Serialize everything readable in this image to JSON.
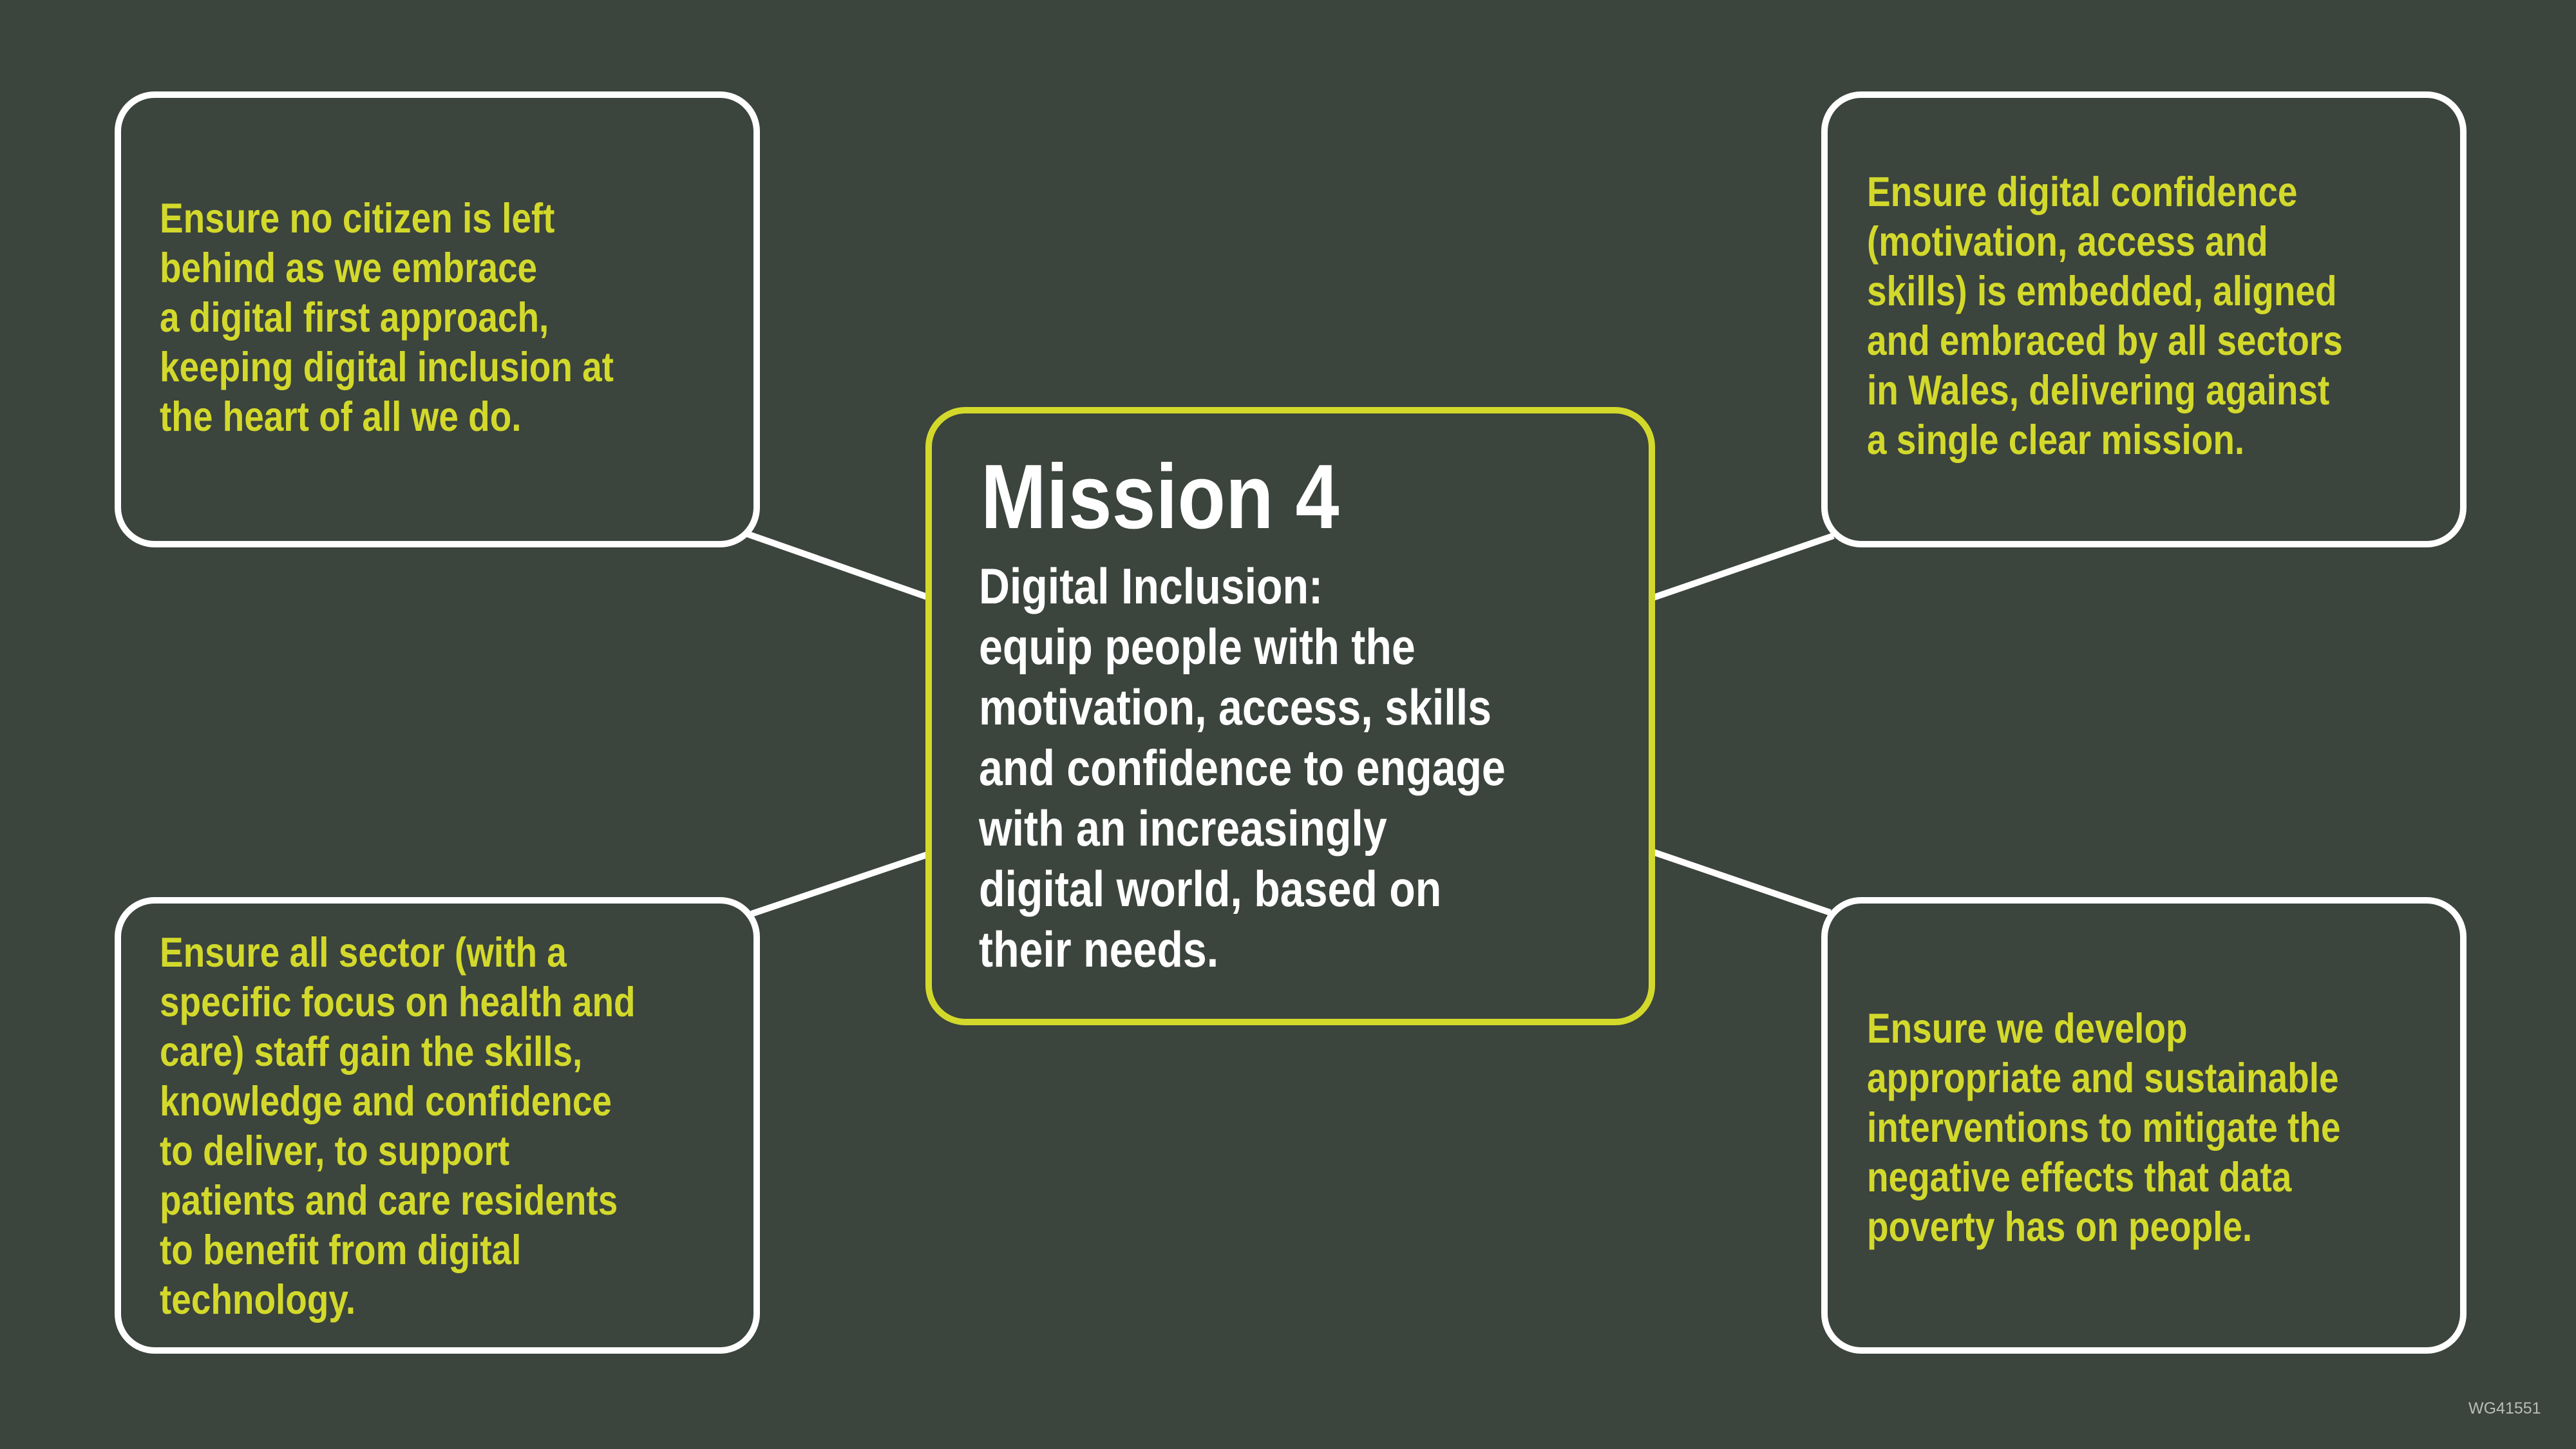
{
  "colors": {
    "background": "#3b443d",
    "accent_yellow": "#d3d92b",
    "white": "#ffffff",
    "ref_code_grey": "#b9bdb9"
  },
  "center": {
    "title": "Mission 4",
    "body": "Digital Inclusion:\nequip people with the\nmotivation, access, skills\nand confidence to engage\nwith an increasingly\ndigital world, based on\ntheir needs."
  },
  "goals": [
    {
      "position": "top-left",
      "text": "Ensure no citizen is left\nbehind as we embrace\na digital first approach,\nkeeping digital inclusion at\nthe heart of all we do."
    },
    {
      "position": "top-right",
      "text": "Ensure digital confidence\n(motivation, access and\nskills) is embedded, aligned\nand embraced by all sectors\nin Wales, delivering against\na single clear mission."
    },
    {
      "position": "bottom-left",
      "text": "Ensure all sector (with a\nspecific focus on health and\ncare) staff gain the skills,\nknowledge and confidence\nto deliver, to support\npatients and care residents\nto benefit from digital\ntechnology."
    },
    {
      "position": "bottom-right",
      "text": "Ensure we develop\nappropriate and sustainable\ninterventions to mitigate the\nnegative effects that data\npoverty has on people."
    }
  ],
  "footer": {
    "ref_code": "WG41551"
  }
}
